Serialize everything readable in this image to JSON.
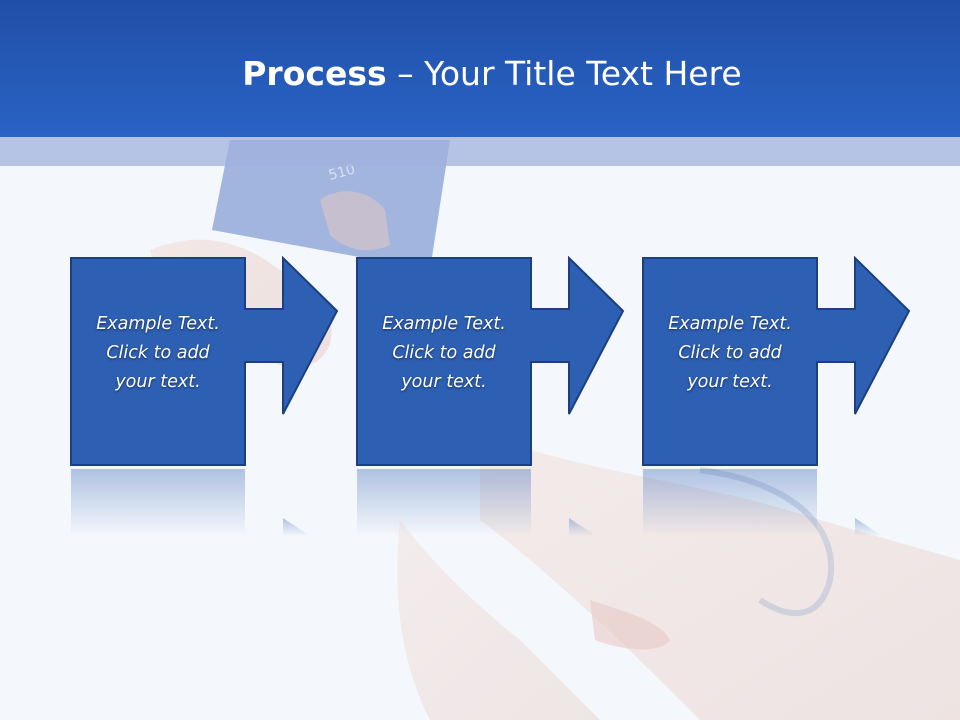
{
  "slide": {
    "title_bold": "Process",
    "title_rest": " – Your Title Text Here"
  },
  "steps": [
    {
      "text": "Example Text.\nClick  to add\nyour text."
    },
    {
      "text": "Example Text.\nClick  to add\nyour text."
    },
    {
      "text": "Example Text.\nClick  to add\nyour text."
    }
  ],
  "colors": {
    "header": "#2a63c4",
    "box": "#2d5fb3",
    "box_border": "#1c3f7e"
  }
}
